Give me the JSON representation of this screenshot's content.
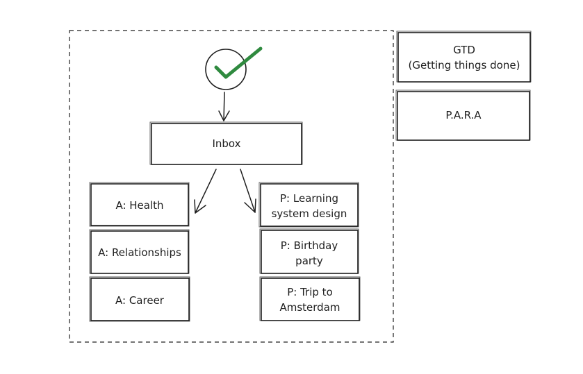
{
  "colors": {
    "stroke": "#1e1e1e",
    "check": "#2f8a3f",
    "background": "#ffffff"
  },
  "icons": {
    "checkmark": "checkmark-circle-icon"
  },
  "diagram": {
    "inbox": "Inbox",
    "areas": [
      "A: Health",
      "A: Relationships",
      "A: Career"
    ],
    "projects": [
      [
        "P: Learning",
        "system design"
      ],
      [
        "P: Birthday",
        "party"
      ],
      [
        "P: Trip to",
        "Amsterdam"
      ]
    ],
    "side": {
      "gtd": [
        "GTD",
        "(Getting things done)"
      ],
      "para": "P.A.R.A"
    }
  }
}
